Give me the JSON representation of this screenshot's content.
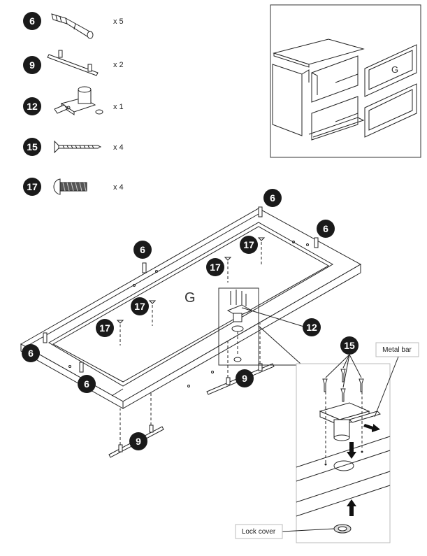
{
  "parts": [
    {
      "number": "6",
      "quantity": "x 5",
      "icon": "cam-dowel-icon"
    },
    {
      "number": "9",
      "quantity": "x 2",
      "icon": "handle-bar-icon"
    },
    {
      "number": "12",
      "quantity": "x 1",
      "icon": "lock-icon"
    },
    {
      "number": "15",
      "quantity": "x 4",
      "icon": "flat-screw-icon"
    },
    {
      "number": "17",
      "quantity": "x 4",
      "icon": "round-screw-icon"
    }
  ],
  "overview": {
    "panel_letter": "G"
  },
  "main": {
    "panel_letter": "G"
  },
  "callouts": [
    "6",
    "6",
    "6",
    "6",
    "6",
    "17",
    "17",
    "17",
    "17",
    "12",
    "9",
    "9",
    "15"
  ],
  "detail": {
    "metal_bar_label": "Metal bar",
    "lock_cover_label": "Lock cover"
  }
}
